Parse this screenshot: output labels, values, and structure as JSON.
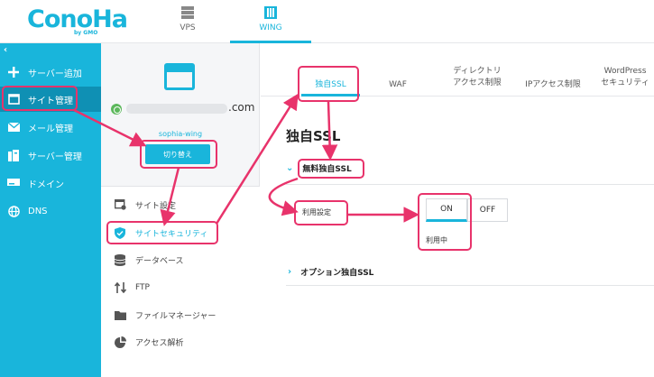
{
  "brand": {
    "logo_text": "ConoHa",
    "logo_sub": "by GMO"
  },
  "top_tabs": [
    {
      "label": "VPS"
    },
    {
      "label": "WING"
    }
  ],
  "sidebar": {
    "collapse_glyph": "‹",
    "items": [
      {
        "label": "サーバー追加",
        "icon": "plus-icon"
      },
      {
        "label": "サイト管理",
        "icon": "window-icon"
      },
      {
        "label": "メール管理",
        "icon": "mail-icon"
      },
      {
        "label": "サーバー管理",
        "icon": "server-icon"
      },
      {
        "label": "ドメイン",
        "icon": "domain-icon"
      },
      {
        "label": "DNS",
        "icon": "globe-icon"
      }
    ]
  },
  "site_panel": {
    "domain_suffix": ".com",
    "account_name": "sophia-wing",
    "switch_label": "切り替え",
    "menu": [
      {
        "label": "サイト設定",
        "icon": "site-settings-icon"
      },
      {
        "label": "サイトセキュリティ",
        "icon": "shield-icon"
      },
      {
        "label": "データベース",
        "icon": "database-icon"
      },
      {
        "label": "FTP",
        "icon": "ftp-icon"
      },
      {
        "label": "ファイルマネージャー",
        "icon": "folder-icon"
      },
      {
        "label": "アクセス解析",
        "icon": "pie-chart-icon"
      }
    ]
  },
  "main": {
    "sub_tabs": [
      {
        "label": "独自SSL"
      },
      {
        "label": "WAF"
      },
      {
        "label": "ディレクトリ\nアクセス制限"
      },
      {
        "label": "IPアクセス制限"
      },
      {
        "label": "WordPress\nセキュリティ"
      }
    ],
    "section_title": "独自SSL",
    "free_ssl_heading": "無料独自SSL",
    "setting_label": "利用設定",
    "toggle_on": "ON",
    "toggle_off": "OFF",
    "status": "利用中",
    "option_heading": "オプション独自SSL"
  },
  "colors": {
    "accent": "#19b5db",
    "annotation": "#e8336b",
    "sidebar_active": "#0f90b4"
  }
}
